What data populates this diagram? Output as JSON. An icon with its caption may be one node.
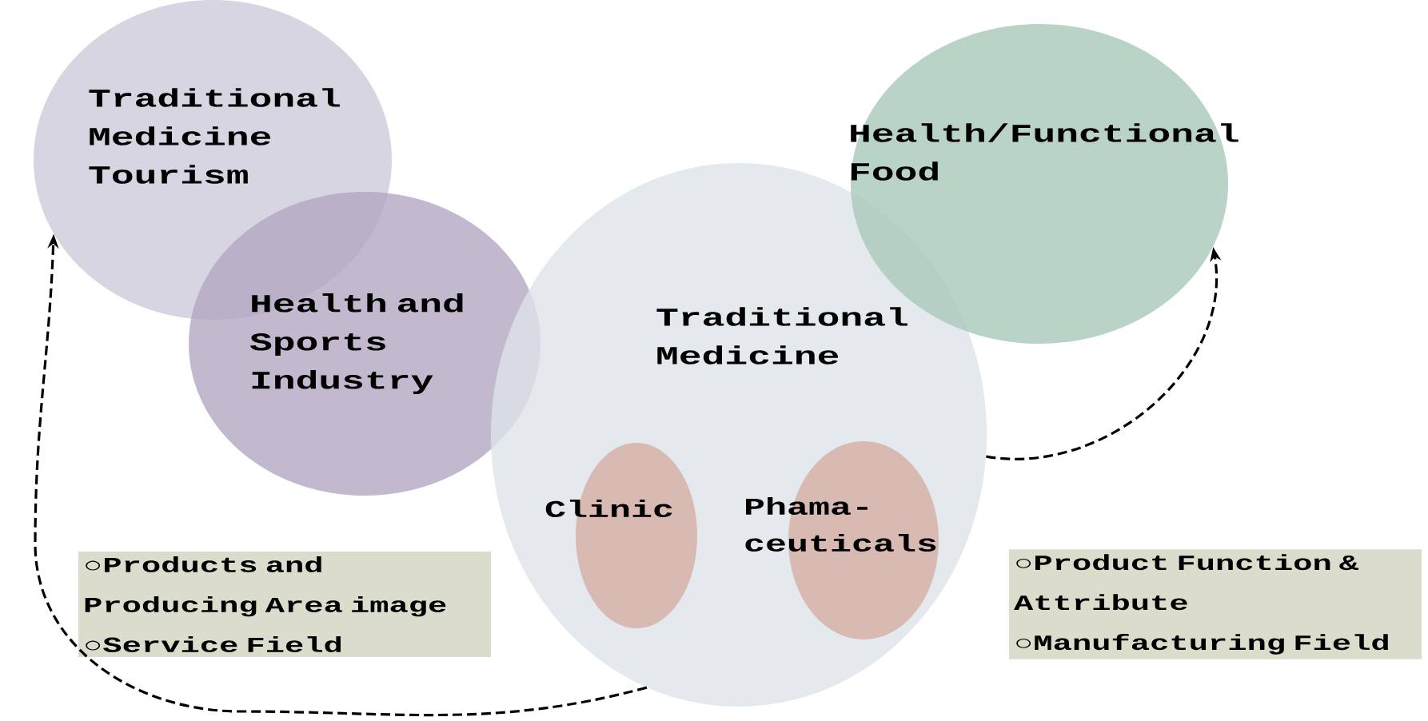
{
  "diagram": {
    "nodes": [
      {
        "text": [
          "Traditional Medicine Tourism"
        ]
      },
      {
        "text": [
          "Health and Sports Industry"
        ]
      },
      {
        "text": [
          "Traditional Medicine"
        ]
      },
      {
        "text": [
          "Clinic"
        ],
        "in": 2
      },
      {
        "text": [
          "Phama- ceuticals"
        ],
        "in": 2
      },
      {
        "text": [
          "Health/Functional Food"
        ]
      },
      {
        "text": [
          "○Products and Producing Area image",
          "○Service Field"
        ]
      },
      {
        "text": [
          "○Product Function & Attribute",
          "○Manufacturing Field"
        ]
      }
    ],
    "edges": [
      {
        "from": 2,
        "to": 0,
        "arrow": "to",
        "style": "dashed"
      },
      {
        "from": 2,
        "to": 5,
        "arrow": "to",
        "style": "dashed"
      }
    ]
  }
}
